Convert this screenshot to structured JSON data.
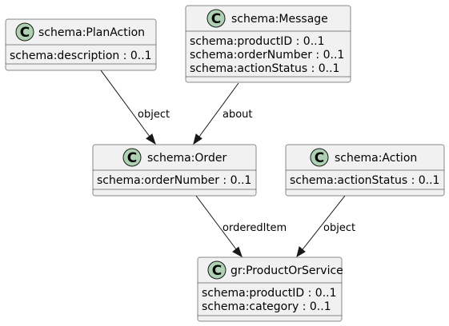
{
  "classes": {
    "plan_action": {
      "badge": "C",
      "title": "schema:PlanAction",
      "attrs": [
        "schema:description : 0..1"
      ]
    },
    "message": {
      "badge": "C",
      "title": "schema:Message",
      "attrs": [
        "schema:productID : 0..1",
        "schema:orderNumber : 0..1",
        "schema:actionStatus : 0..1"
      ]
    },
    "order": {
      "badge": "C",
      "title": "schema:Order",
      "attrs": [
        "schema:orderNumber : 0..1"
      ]
    },
    "action": {
      "badge": "C",
      "title": "schema:Action",
      "attrs": [
        "schema:actionStatus : 0..1"
      ]
    },
    "product": {
      "badge": "C",
      "title": "gr:ProductOrService",
      "attrs": [
        "schema:productID : 0..1",
        "schema:category : 0..1"
      ]
    }
  },
  "edges": {
    "planaction_order": "object",
    "message_order": "about",
    "order_product": "orderedItem",
    "action_product": "object"
  },
  "colors": {
    "badge": "#add1b2",
    "box_fill": "#f1f1f1",
    "stroke": "#181818"
  }
}
